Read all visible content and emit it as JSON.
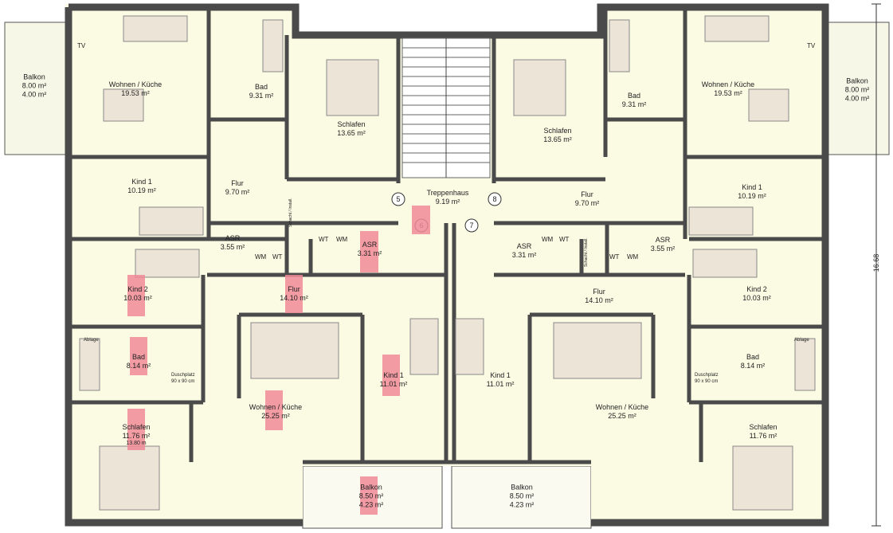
{
  "dimension_label": "16.68",
  "rooms": [
    {
      "id": "balkon-left",
      "name": "Balkon",
      "area": "8.00 m²",
      "area2": "4.00 m²"
    },
    {
      "id": "wohnen-tl",
      "name": "Wohnen / Küche",
      "area": "19.53 m²"
    },
    {
      "id": "bad-tl",
      "name": "Bad",
      "area": "9.31 m²"
    },
    {
      "id": "schlafen-tl",
      "name": "Schlafen",
      "area": "13.65 m²"
    },
    {
      "id": "schlafen-tr",
      "name": "Schlafen",
      "area": "13.65 m²"
    },
    {
      "id": "bad-tr",
      "name": "Bad",
      "area": "9.31 m²"
    },
    {
      "id": "wohnen-tr",
      "name": "Wohnen / Küche",
      "area": "19.53 m²"
    },
    {
      "id": "balkon-right",
      "name": "Balkon",
      "area": "8.00 m²",
      "area2": "4.00 m²"
    },
    {
      "id": "kind1-tl",
      "name": "Kind 1",
      "area": "10.19 m²"
    },
    {
      "id": "flur-tl",
      "name": "Flur",
      "area": "9.70 m²"
    },
    {
      "id": "treppenhaus",
      "name": "Treppenhaus",
      "area": "9.19 m²"
    },
    {
      "id": "flur-tr",
      "name": "Flur",
      "area": "9.70 m²"
    },
    {
      "id": "kind1-tr",
      "name": "Kind 1",
      "area": "10.19 m²"
    },
    {
      "id": "asr-l1",
      "name": "ASR",
      "area": "3.55 m²"
    },
    {
      "id": "asr-l2",
      "name": "ASR",
      "area": "3.31 m²"
    },
    {
      "id": "asr-r1",
      "name": "ASR",
      "area": "3.31 m²"
    },
    {
      "id": "asr-r2",
      "name": "ASR",
      "area": "3.55 m²"
    },
    {
      "id": "kind2-bl",
      "name": "Kind 2",
      "area": "10.03 m²"
    },
    {
      "id": "flur-bl",
      "name": "Flur",
      "area": "14.10 m²"
    },
    {
      "id": "flur-br",
      "name": "Flur",
      "area": "14.10 m²"
    },
    {
      "id": "kind2-br",
      "name": "Kind 2",
      "area": "10.03 m²"
    },
    {
      "id": "bad-bl",
      "name": "Bad",
      "area": "8.14 m²"
    },
    {
      "id": "wohnen-bl",
      "name": "Wohnen / Küche",
      "area": "25.25 m²"
    },
    {
      "id": "kind1-bl",
      "name": "Kind 1",
      "area": "11.01 m²"
    },
    {
      "id": "kind1-br",
      "name": "Kind 1",
      "area": "11.01 m²"
    },
    {
      "id": "wohnen-br",
      "name": "Wohnen / Küche",
      "area": "25.25 m²"
    },
    {
      "id": "bad-br",
      "name": "Bad",
      "area": "8.14 m²"
    },
    {
      "id": "schlafen-bl",
      "name": "Schlafen",
      "area": "11.76 m²",
      "area2": "13.80 m"
    },
    {
      "id": "schlafen-br",
      "name": "Schlafen",
      "area": "11.76 m²"
    },
    {
      "id": "balkon-bl",
      "name": "Balkon",
      "area": "8.50 m²",
      "area2": "4.23 m²"
    },
    {
      "id": "balkon-br",
      "name": "Balkon",
      "area": "8.50 m²",
      "area2": "4.23 m²"
    }
  ],
  "markers": [
    "5",
    "6",
    "7",
    "8"
  ],
  "appliance_labels": {
    "wt": "WT",
    "wm": "WM",
    "tv": "TV",
    "ablage": "Ablage",
    "dusch": "Duschplatz",
    "dusch_size": "90 x 90 cm",
    "schacht": "Schacht / Install."
  }
}
